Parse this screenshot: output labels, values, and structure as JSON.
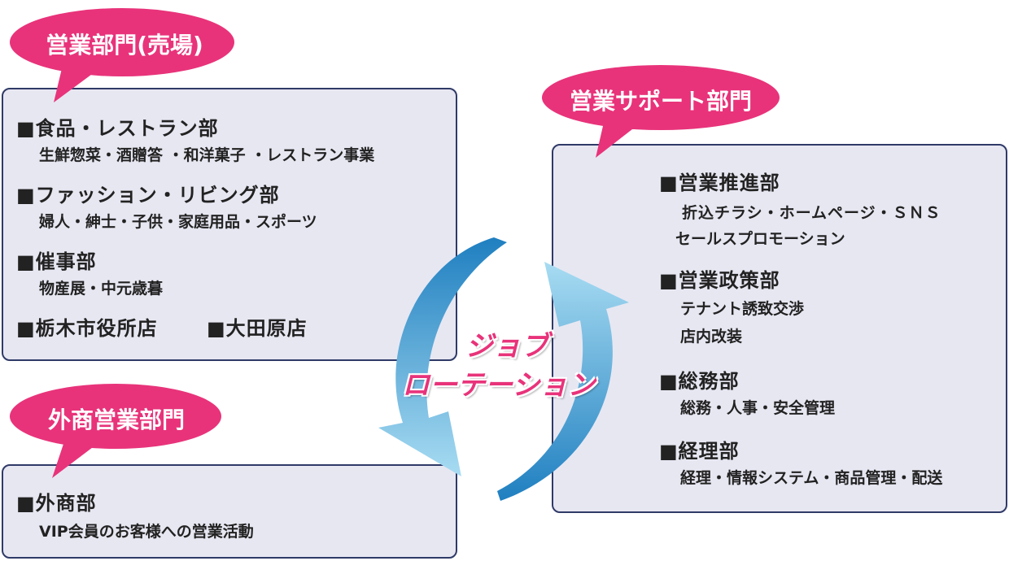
{
  "sales_floor": {
    "bubble_label": "営業部門(売場)",
    "departments": [
      {
        "name": "■食品・レストラン部",
        "detail": "生鮮惣菜・酒贈答 ・和洋菓子 ・レストラン事業"
      },
      {
        "name": "■ファッション・リビング部",
        "detail": "婦人・紳士・子供・家庭用品・スポーツ"
      },
      {
        "name": "■催事部",
        "detail": "物産展・中元歳暮"
      }
    ],
    "branches": [
      "■栃木市役所店",
      "■大田原店"
    ]
  },
  "external_sales": {
    "bubble_label": "外商営業部門",
    "departments": [
      {
        "name": "■外商部",
        "detail": "VIP会員のお客様への営業活動"
      }
    ]
  },
  "sales_support": {
    "bubble_label": "営業サポート部門",
    "departments": [
      {
        "name": "■営業推進部",
        "details": [
          "折込チラシ・ホームページ・ＳＮＳ",
          "セールスプロモーション"
        ]
      },
      {
        "name": "■営業政策部",
        "details": [
          "テナント誘致交渉",
          "店内改装"
        ]
      },
      {
        "name": "■総務部",
        "details": [
          "総務・人事・安全管理"
        ]
      },
      {
        "name": "■経理部",
        "details": [
          "経理・情報システム・商品管理・配送"
        ]
      }
    ]
  },
  "rotation": {
    "line1": "ジョブ",
    "line2": "ローテーション"
  },
  "colors": {
    "bubble": "#e8337a",
    "panel_bg": "#e7e7f2",
    "panel_border": "#2f3a67",
    "arrow_dark": "#1f7fc0",
    "arrow_light": "#a8dcf2",
    "rotation_text": "#e8337a"
  }
}
